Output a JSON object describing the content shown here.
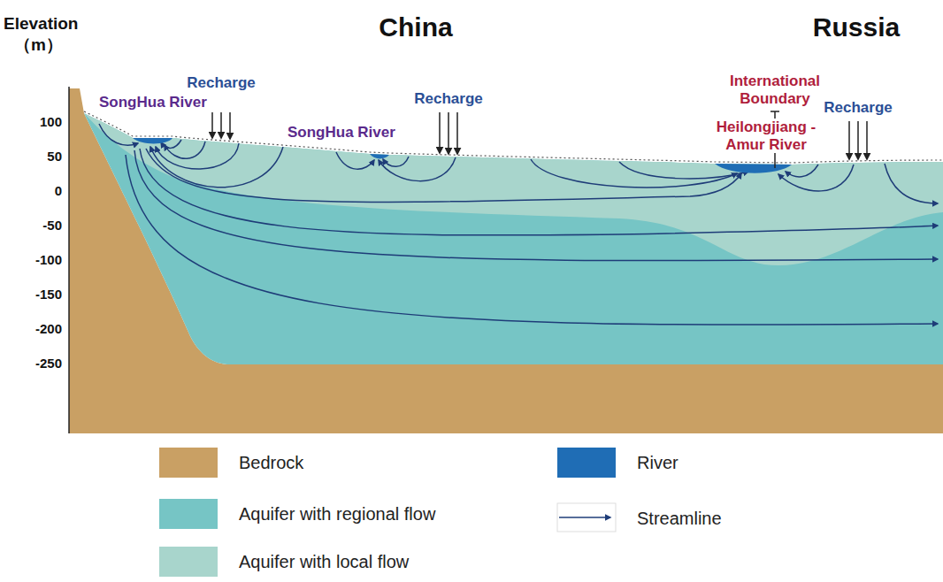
{
  "diagram": {
    "labels": [
      "Elevation",
      "（m）",
      "China",
      "Russia",
      "Recharge",
      "SongHua River",
      "Recharge",
      "SongHua River",
      "International Boundary",
      "Heilongjiang -Amur River",
      "Recharge",
      "100",
      "50",
      "0",
      "-50",
      "-100",
      "-150",
      "-200",
      "-250"
    ],
    "legend": [
      {
        "text": "Bedrock",
        "color": "#c9a064"
      },
      {
        "text": "Aquifer with regional flow",
        "color": "#76c5c5"
      },
      {
        "text": "Aquifer with local flow",
        "color": "#a8d5cc"
      },
      {
        "text": "River",
        "color": "#1f6db5"
      },
      {
        "text": "Streamline"
      }
    ]
  }
}
